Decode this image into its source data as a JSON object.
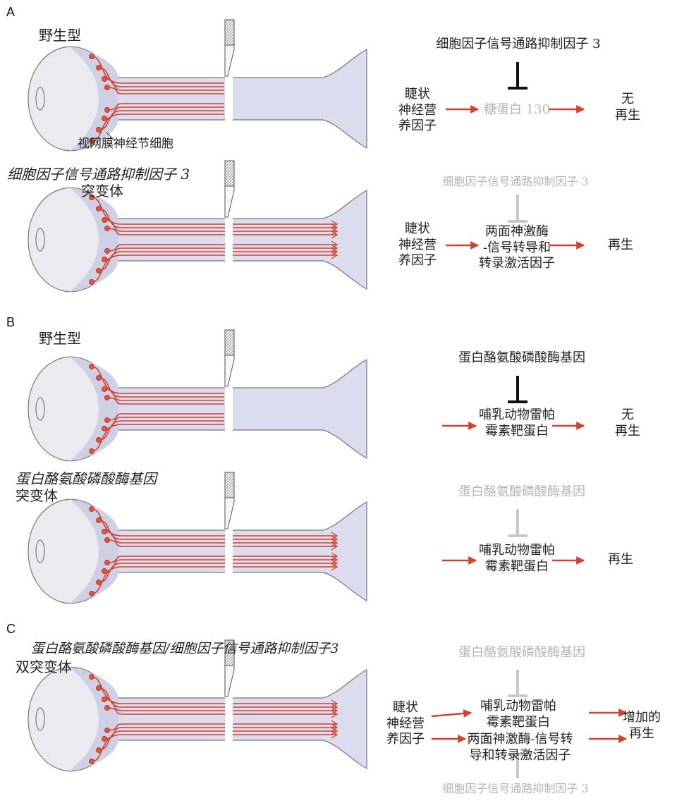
{
  "panels": [
    {
      "letter": "A",
      "rows": [
        {
          "label_lines": [
            "野生型"
          ],
          "ganglion_label": "视网膜神经节细胞",
          "inhibitor": "细胞因子信号通路抑制因子 3",
          "inducer": "睫状\n神经营\n养因子",
          "mediator": "糖蛋白 130",
          "outcome": "无\n再生"
        },
        {
          "label_lines": [
            "细胞因子信号通路抑制因子 3",
            "突变体"
          ],
          "inhibitor": "细胞因子信号通路抑制因子 3",
          "inducer": "睫状\n神经营\n养因子",
          "mediator": "两面神激酶\n-信号转导和\n转录激活因子",
          "outcome": "再生"
        }
      ]
    },
    {
      "letter": "B",
      "rows": [
        {
          "label_lines": [
            "野生型"
          ],
          "inhibitor": "蛋白酪氨酸磷酸酶基因",
          "mediator": "哺乳动物雷帕\n霉素靶蛋白",
          "outcome": "无\n再生"
        },
        {
          "label_lines": [
            "蛋白酪氨酸磷酸酶基因",
            "突变体"
          ],
          "inhibitor": "蛋白酪氨酸磷酸酶基因",
          "mediator": "哺乳动物雷帕\n霉素靶蛋白",
          "outcome": "再生"
        }
      ]
    },
    {
      "letter": "C",
      "rows": [
        {
          "label_lines": [
            "蛋白酪氨酸磷酸酶基因/细胞因子信号通路抑制因子3",
            "双突变体"
          ],
          "inhibitor_top": "蛋白酪氨酸磷酸酶基因",
          "inhibitor_bottom": "细胞因子信号通路抑制因子 3",
          "inducer": "睫状\n神经营\n养因子",
          "mediator_1": "哺乳动物雷帕\n霉素靶蛋白",
          "mediator_2": "两面神激酶-信号转\n导和转录激活因子",
          "outcome": "增加的\n再生"
        }
      ]
    }
  ],
  "colors": {
    "axon": "#d4402a",
    "arrow": "#d4402a",
    "tissue": "#dcdcef",
    "eye": "#ebebef",
    "inhibitor_active": "#111111",
    "inhibitor_inactive": "#c8c8c8"
  }
}
